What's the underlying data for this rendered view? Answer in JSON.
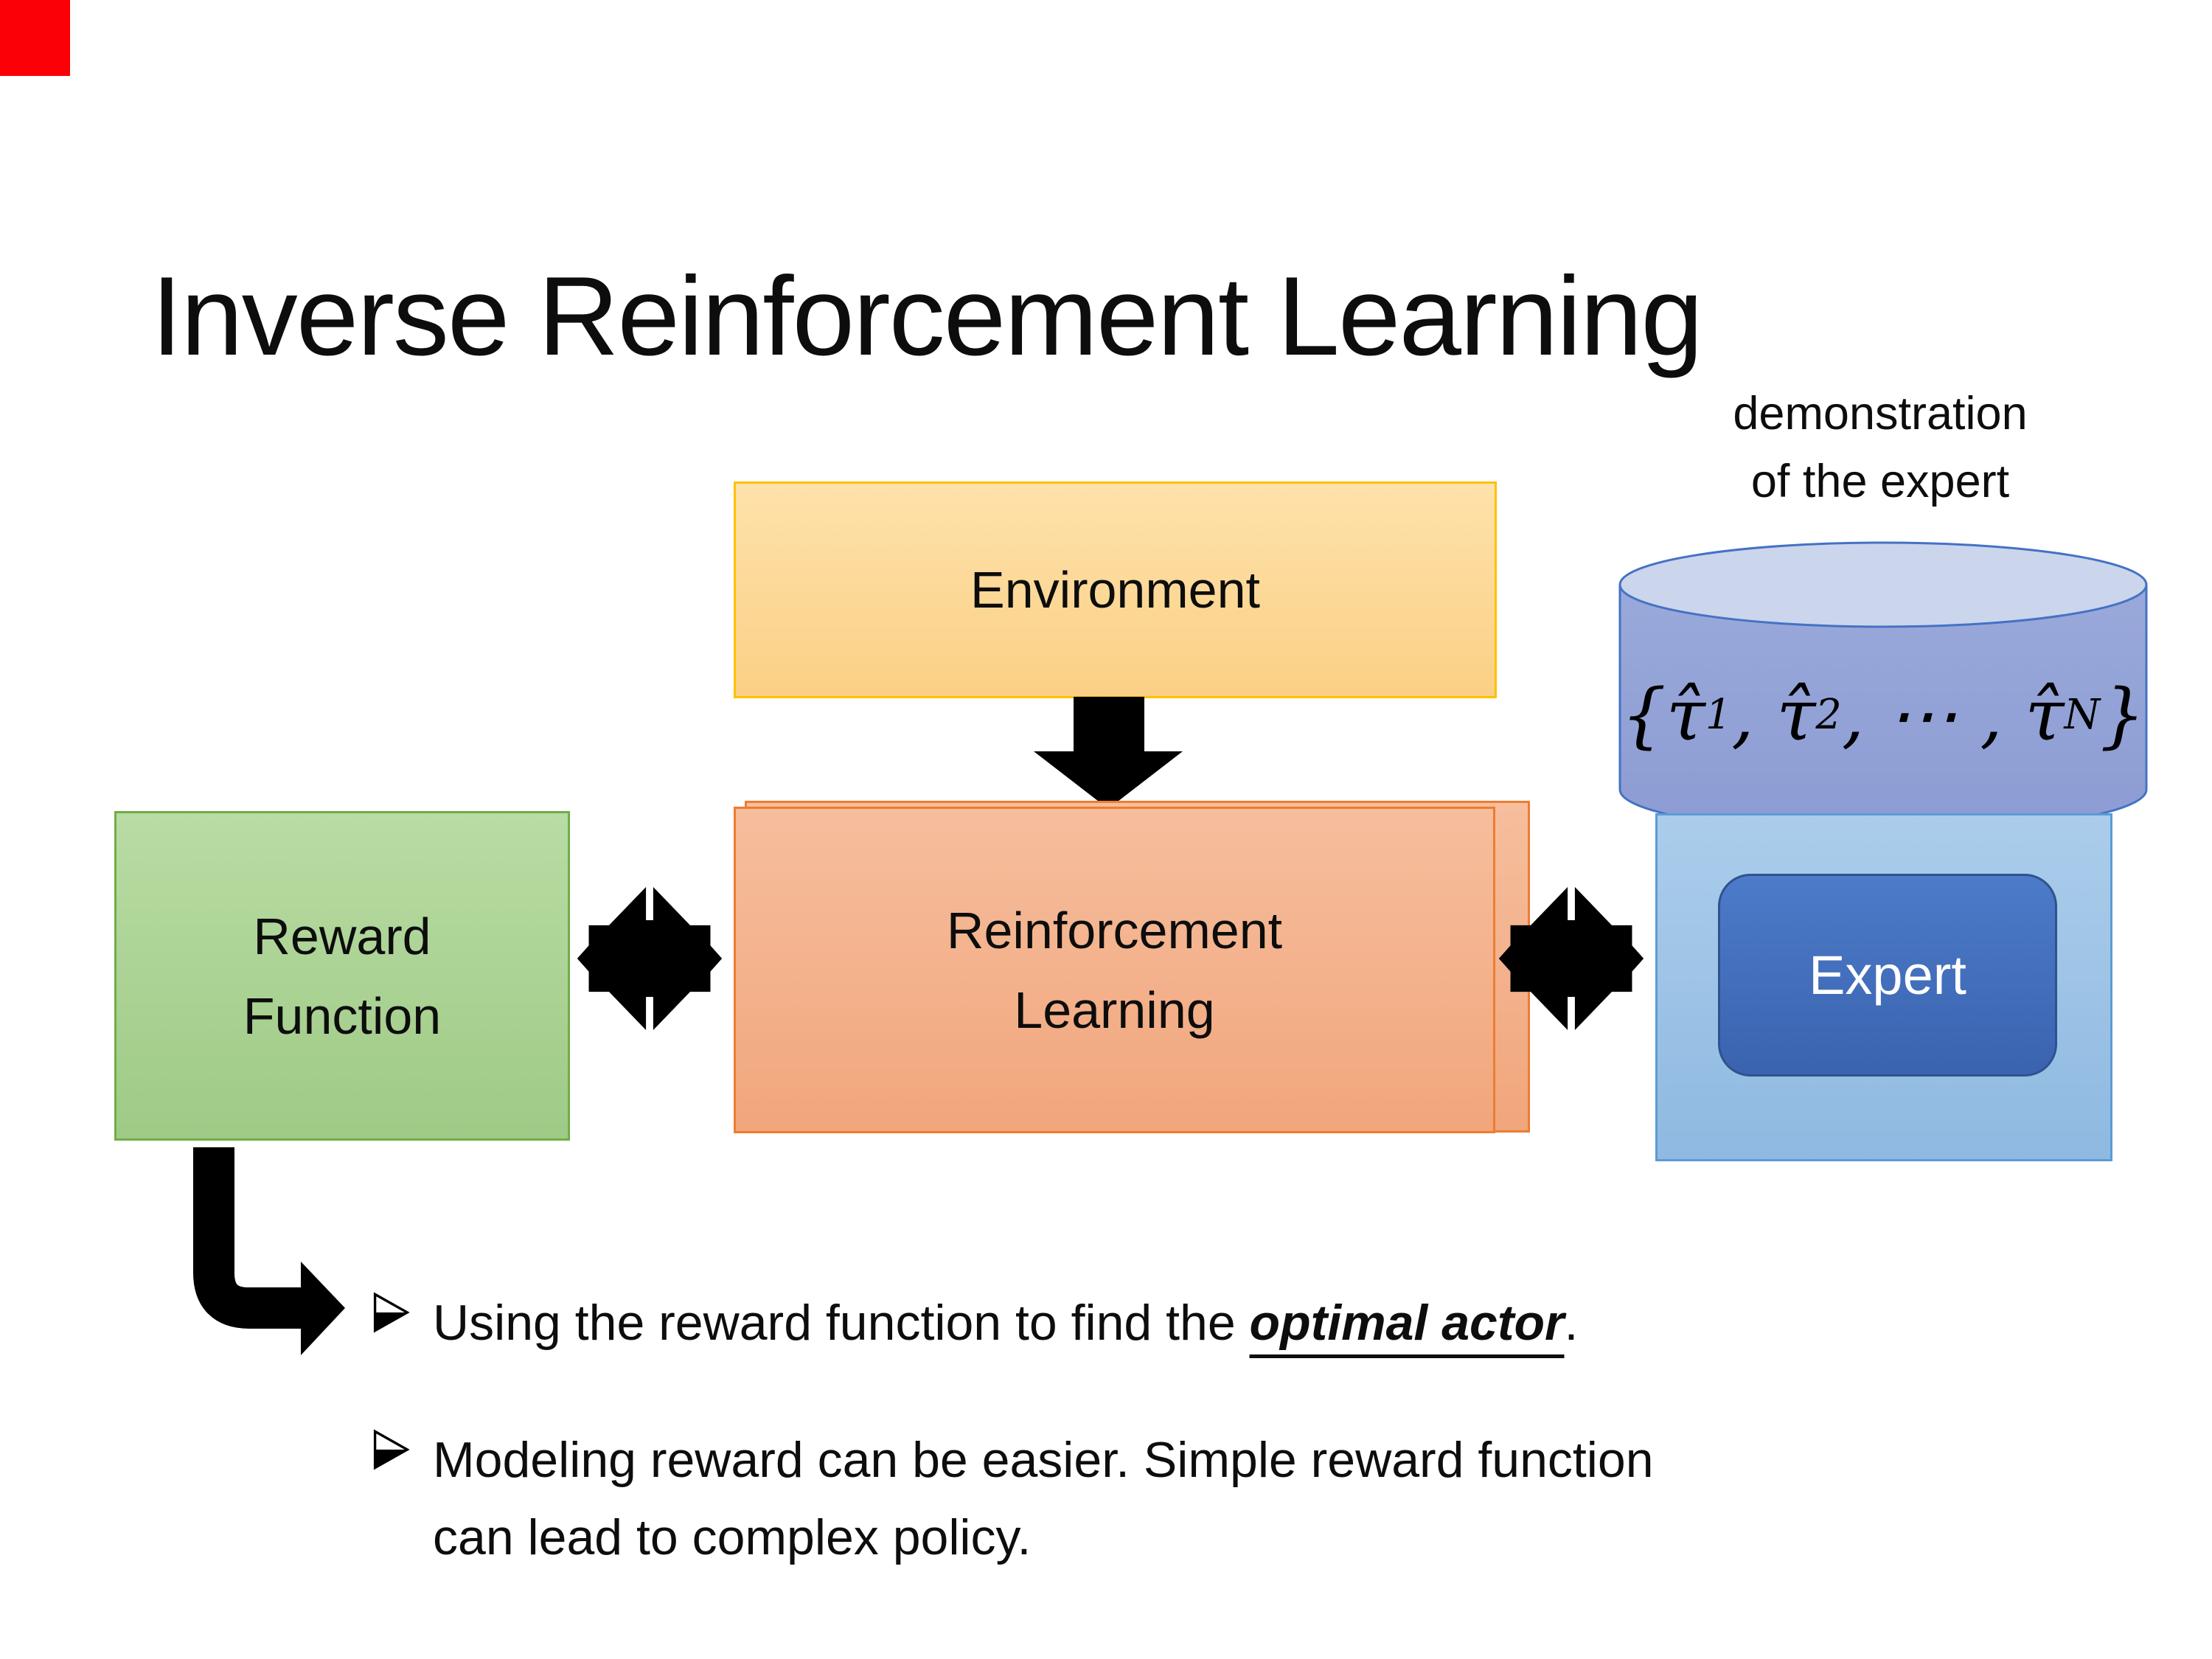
{
  "title": "Inverse Reinforcement Learning",
  "demo_label": {
    "line1": "demonstration",
    "line2": "of the expert"
  },
  "boxes": {
    "environment": {
      "label": "Environment"
    },
    "reward": {
      "line1": "Reward",
      "line2": "Function"
    },
    "rl": {
      "line1": "Reinforcement",
      "line2": "Learning"
    },
    "expert": {
      "label": "Expert"
    }
  },
  "cylinder": {
    "formula": "{τ̂_1, τ̂_2, ⋯ , τ̂_N}"
  },
  "bullets": {
    "item1": {
      "pre": "Using the reward function to find the ",
      "emphasis": "optimal actor",
      "post": "."
    },
    "item2": {
      "text": "Modeling reward can be easier. Simple reward function can lead to complex policy."
    }
  },
  "colors": {
    "text_color": "#0d0d0d",
    "red_marker": "#fb0007",
    "env_fill_top": "#fee2ab",
    "env_fill_bottom": "#fbd085",
    "env_border": "#ffc000",
    "reward_fill_top": "#b8dca4",
    "reward_fill_bottom": "#9fca86",
    "reward_border": "#70ad47",
    "rl_fill_top": "#f6be9d",
    "rl_fill_bottom": "#f1a67c",
    "rl_border": "#ed7d31",
    "expert_outer_fill_top": "#abcdeb",
    "expert_outer_fill_bottom": "#8fb9e1",
    "expert_outer_border": "#5b9bd5",
    "expert_fill_top": "#4c7bc9",
    "expert_fill_bottom": "#3a63af",
    "expert_border": "#2f528f",
    "cylinder_fill_top": "#9aa9da",
    "cylinder_fill_bottom": "#8c9cd3",
    "cylinder_lid_fill": "#cbd5ec",
    "cylinder_border": "#4472c4",
    "arrow_color": "#000000"
  }
}
